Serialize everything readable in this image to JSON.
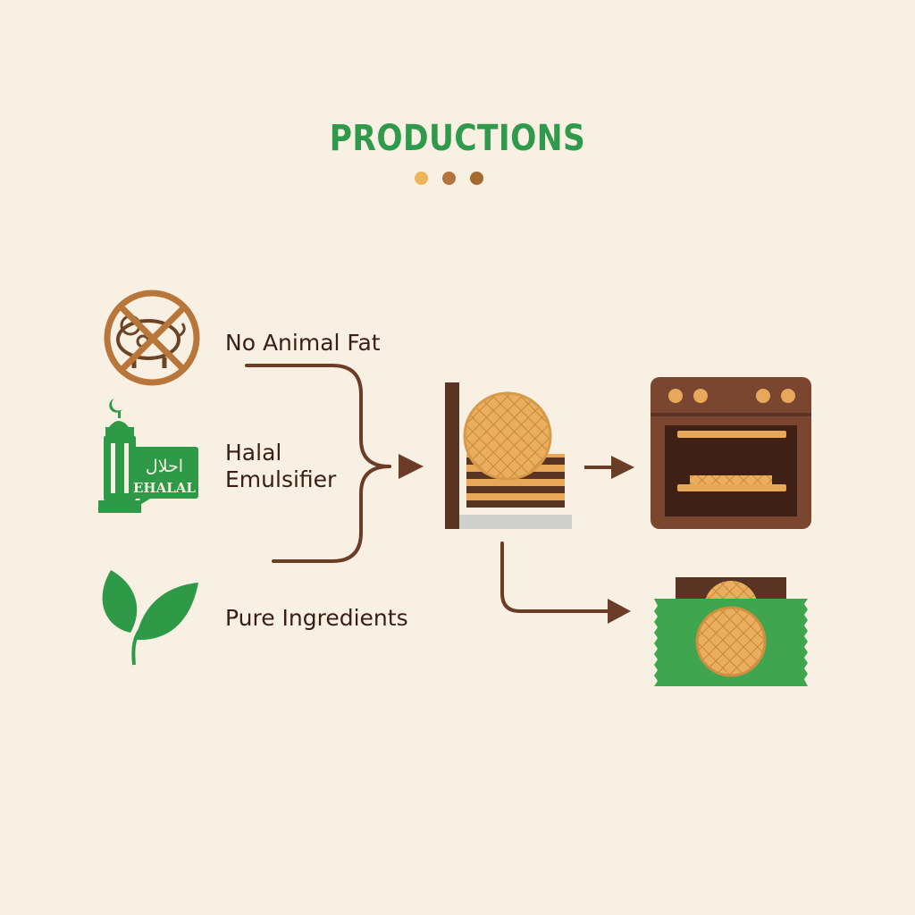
{
  "title": "PRODUCTIONS",
  "colors": {
    "background": "#f8f0e3",
    "title_green": "#2f9a4c",
    "brown_dark": "#5a3422",
    "brown_icon": "#b8763a",
    "green_icon": "#2e9a48",
    "wafer": "#e8a85a",
    "dots": [
      "#efb35c",
      "#b4733c",
      "#a6692f"
    ]
  },
  "features": [
    {
      "label": "No Animal Fat",
      "icon": "no-pig-icon"
    },
    {
      "label_lines": [
        "Halal",
        "Emulsifier"
      ],
      "icon": "halal-mosque-icon",
      "badge_text": "احلال EHALAL"
    },
    {
      "label": "Pure Ingredients",
      "icon": "leaf-icon"
    }
  ],
  "steps": [
    {
      "icon": "wafer-layering-icon"
    },
    {
      "icon": "oven-icon"
    },
    {
      "icon": "wafer-package-icon"
    }
  ]
}
